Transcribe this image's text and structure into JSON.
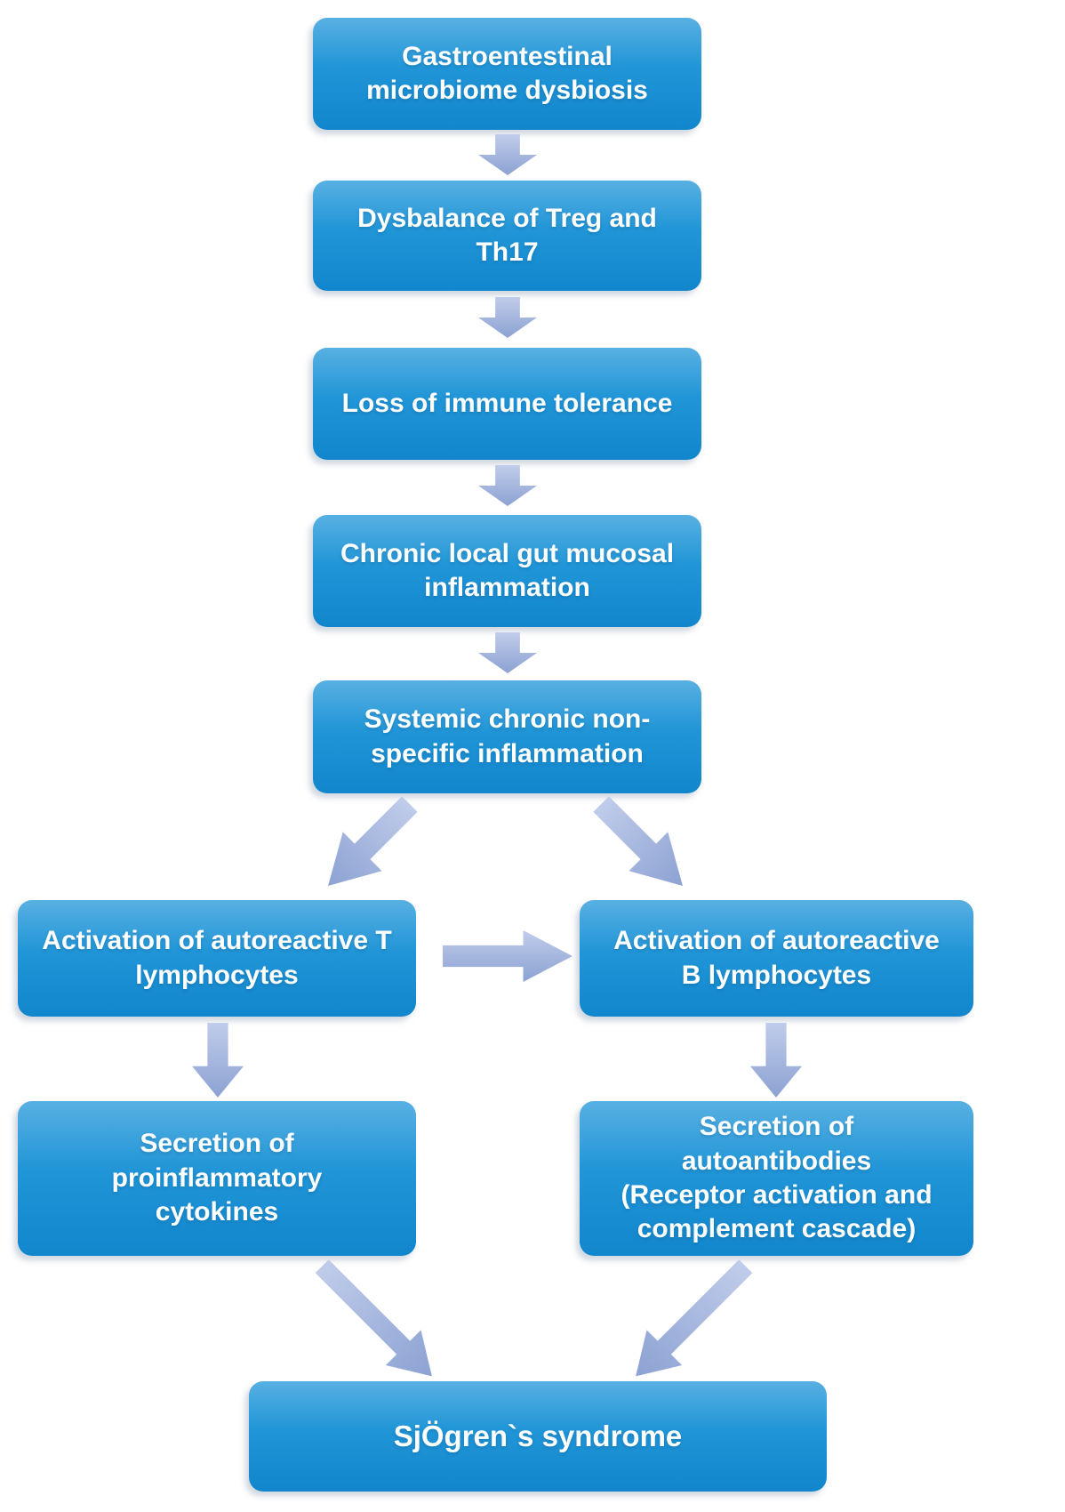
{
  "figure": {
    "background": "#FFFFFF",
    "nodes": [
      {
        "id": "gastro",
        "label": "Gastroentestinal\nmicrobiome dysbiosis"
      },
      {
        "id": "treg",
        "label": "Dysbalance of Treg and\nTh17"
      },
      {
        "id": "tolerance",
        "label": "Loss of immune tolerance"
      },
      {
        "id": "gut",
        "label": "Chronic local gut mucosal\ninflammation"
      },
      {
        "id": "systemic",
        "label": "Systemic chronic non-\nspecific inflammation"
      },
      {
        "id": "tcells",
        "label": "Activation of autoreactive T\nlymphocytes"
      },
      {
        "id": "bcells",
        "label": "Activation of autoreactive\nB lymphocytes"
      },
      {
        "id": "cytokines",
        "label": "Secretion of\nproinflammatory\ncytokines"
      },
      {
        "id": "autoantibodies",
        "label": "Secretion of\nautoantibodies\n(Receptor activation and\ncomplement cascade)"
      },
      {
        "id": "sjogren",
        "label": "SjÖgren`s syndrome"
      }
    ],
    "arrows": [
      {
        "from": "gastro",
        "to": "treg",
        "direction": "down"
      },
      {
        "from": "treg",
        "to": "tolerance",
        "direction": "down"
      },
      {
        "from": "tolerance",
        "to": "gut",
        "direction": "down"
      },
      {
        "from": "gut",
        "to": "systemic",
        "direction": "down"
      },
      {
        "from": "systemic",
        "to": "tcells",
        "direction": "down-left"
      },
      {
        "from": "systemic",
        "to": "bcells",
        "direction": "down-right"
      },
      {
        "from": "tcells",
        "to": "bcells",
        "direction": "right"
      },
      {
        "from": "tcells",
        "to": "cytokines",
        "direction": "down"
      },
      {
        "from": "bcells",
        "to": "autoantibodies",
        "direction": "down"
      },
      {
        "from": "cytokines",
        "to": "sjogren",
        "direction": "down-right"
      },
      {
        "from": "autoantibodies",
        "to": "sjogren",
        "direction": "down-left"
      }
    ],
    "colors": {
      "background": "#FFFFFF",
      "box_gradient_top": "#58B0E2",
      "box_gradient_mid": "#2095D7",
      "box_gradient_bottom": "#1286CC",
      "arrow_light": "#C0CCEA",
      "arrow_dark": "#8CA2D3",
      "text": "#FFFFFF"
    }
  }
}
